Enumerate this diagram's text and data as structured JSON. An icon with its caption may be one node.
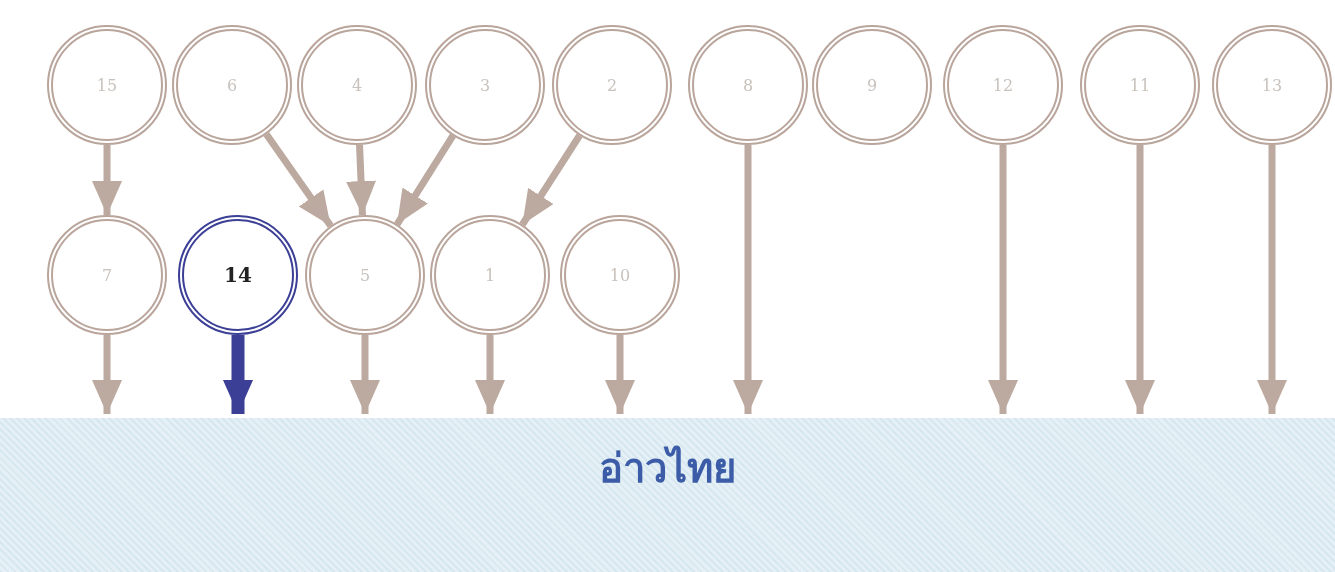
{
  "diagram": {
    "nodes": [
      {
        "text": [
          "15"
        ]
      },
      {
        "text": [
          "6"
        ]
      },
      {
        "text": [
          "4"
        ]
      },
      {
        "text": [
          "3"
        ]
      },
      {
        "text": [
          "2"
        ]
      },
      {
        "text": [
          "8"
        ]
      },
      {
        "text": [
          "9"
        ]
      },
      {
        "text": [
          "12"
        ]
      },
      {
        "text": [
          "11"
        ]
      },
      {
        "text": [
          "13"
        ]
      },
      {
        "text": [
          "7"
        ]
      },
      {
        "text": [
          "14"
        ]
      },
      {
        "text": [
          "5"
        ]
      },
      {
        "text": [
          "1"
        ]
      },
      {
        "text": [
          "10"
        ]
      },
      {
        "text": [
          "อ่าวไทย"
        ]
      }
    ],
    "edges": [
      {
        "from": 0,
        "to": 10,
        "arrow": "to"
      },
      {
        "from": 1,
        "to": 12,
        "arrow": "to"
      },
      {
        "from": 2,
        "to": 12,
        "arrow": "to"
      },
      {
        "from": 3,
        "to": 12,
        "arrow": "to"
      },
      {
        "from": 4,
        "to": 13,
        "arrow": "to"
      },
      {
        "from": 5,
        "to": 15,
        "arrow": "to"
      },
      {
        "from": 7,
        "to": 15,
        "arrow": "to"
      },
      {
        "from": 8,
        "to": 15,
        "arrow": "to"
      },
      {
        "from": 9,
        "to": 15,
        "arrow": "to"
      },
      {
        "from": 10,
        "to": 15,
        "arrow": "to"
      },
      {
        "from": 11,
        "to": 15,
        "arrow": "to",
        "style": "thick",
        "color": "#3b3f95"
      },
      {
        "from": 12,
        "to": 15,
        "arrow": "to"
      },
      {
        "from": 13,
        "to": 15,
        "arrow": "to"
      },
      {
        "from": 14,
        "to": 15,
        "arrow": "to"
      }
    ]
  }
}
